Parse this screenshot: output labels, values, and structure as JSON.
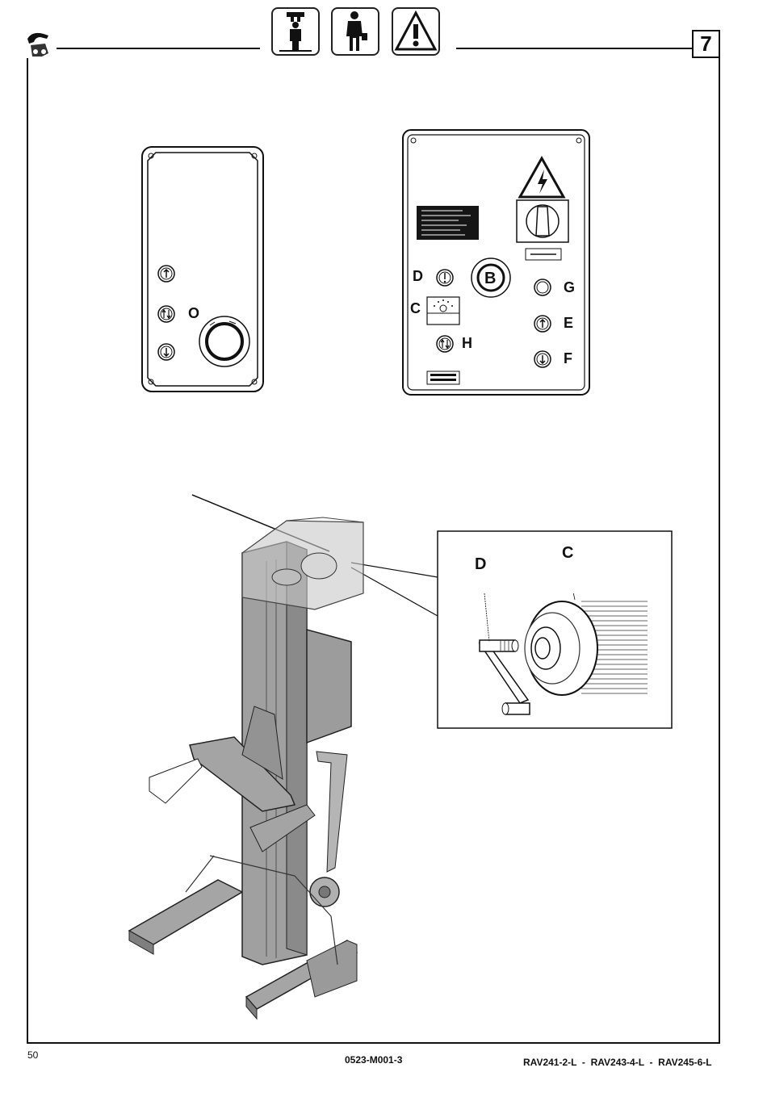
{
  "header": {
    "page_number_box": "7",
    "icons": [
      "lifting-operator-icon",
      "operator-icon",
      "warning-triangle-icon"
    ]
  },
  "panel_left": {
    "label_o": "O"
  },
  "panel_right": {
    "label_d": "D",
    "label_b": "B",
    "label_g": "G",
    "label_c": "C",
    "label_e": "E",
    "label_h": "H",
    "label_f": "F"
  },
  "detail": {
    "label_c": "C",
    "label_d": "D"
  },
  "footer": {
    "page": "50",
    "doc_code": "0523-M001-3",
    "models": "RAV241-2-L  -  RAV243-4-L  -  RAV245-6-L"
  },
  "colors": {
    "line": "#111111",
    "column_fill": "#9a9a9a",
    "dark_panel": "#151515"
  }
}
